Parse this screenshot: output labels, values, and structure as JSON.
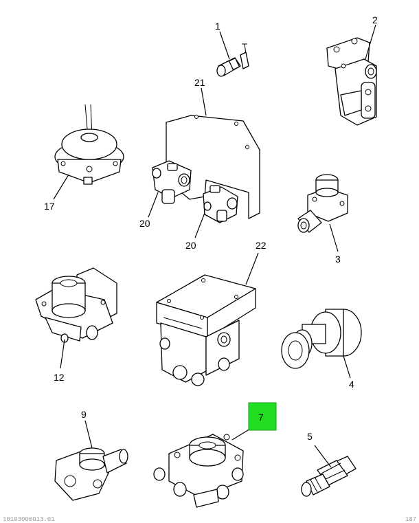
{
  "callouts": {
    "c1": "1",
    "c2": "2",
    "c3": "3",
    "c4": "4",
    "c5": "5",
    "c7": "7",
    "c9": "9",
    "c12": "12",
    "c17": "17",
    "c20a": "20",
    "c20b": "20",
    "c21": "21",
    "c22": "22"
  },
  "highlight": {
    "color": "#22dd22",
    "target": "7"
  },
  "footer": {
    "left": "10103000013.01",
    "right": "187"
  }
}
